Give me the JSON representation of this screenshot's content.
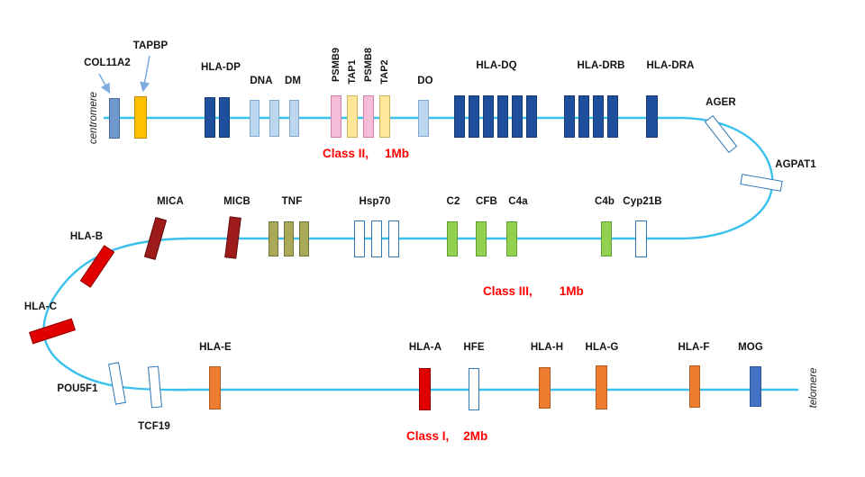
{
  "diagram": {
    "regions": {
      "class_ii": {
        "label": "Class II,",
        "size": "1Mb"
      },
      "class_iii": {
        "label": "Class III,",
        "size": "1Mb"
      },
      "class_i": {
        "label": "Class I,",
        "size": "2Mb"
      }
    },
    "ends": {
      "centromere": "centromere",
      "telomere": "telomere"
    },
    "genes": {
      "col11a2": "COL11A2",
      "tapbp": "TAPBP",
      "hla_dp": "HLA-DP",
      "dna": "DNA",
      "dm": "DM",
      "psmb9": "PSMB9",
      "tap1": "TAP1",
      "psmb8": "PSMB8",
      "tap2": "TAP2",
      "do": "DO",
      "hla_dq": "HLA-DQ",
      "hla_drb": "HLA-DRB",
      "hla_dra": "HLA-DRA",
      "ager": "AGER",
      "agpat1": "AGPAT1",
      "hla_b": "HLA-B",
      "mica": "MICA",
      "micb": "MICB",
      "tnf": "TNF",
      "hsp70": "Hsp70",
      "c2": "C2",
      "cfb": "CFB",
      "c4a": "C4a",
      "c4b": "C4b",
      "cyp21b": "Cyp21B",
      "hla_c": "HLA-C",
      "pou5f1": "POU5F1",
      "tcf19": "TCF19",
      "hla_e": "HLA-E",
      "hla_a": "HLA-A",
      "hfe": "HFE",
      "hla_h": "HLA-H",
      "hla_g": "HLA-G",
      "hla_f": "HLA-F",
      "mog": "MOG"
    },
    "palette": {
      "chromosome": "#3ac0ec",
      "class_label_red": "#ff0000",
      "dark_blue": "#1e4f9c",
      "medium_blue": "#6f98cc",
      "mog_blue": "#4472c4",
      "light_blue": "#bdd7ee",
      "gold": "#ffc000",
      "pink": "#f4bcd7",
      "pale_yellow": "#ffe699",
      "white_box": "#ffffff",
      "box_outline_blue": "#2e75b6",
      "red": "#e00000",
      "dark_red": "#9e1b1b",
      "olive": "#a9a957",
      "green": "#92d050",
      "orange": "#ed7d31"
    }
  }
}
